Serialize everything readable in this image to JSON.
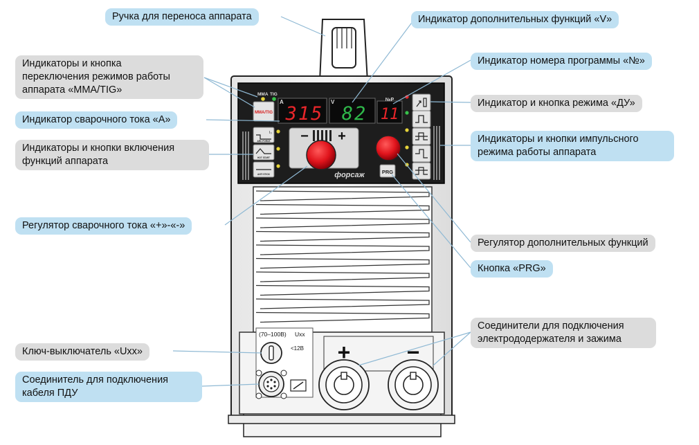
{
  "labels": {
    "handle": "Ручка для переноса аппарата",
    "v_indicator": "Индикатор дополнительных функций «V»",
    "mode_switch": [
      "Индикаторы и кнопка",
      "переключения режимов работы",
      "аппарата «MMA/TIG»"
    ],
    "program_number": "Индикатор номера программы «№»",
    "current_indicator": "Индикатор сварочного тока «А»",
    "remote_mode": "Индикатор и кнопка режима «ДУ»",
    "functions": [
      "Индикаторы и кнопки включения",
      "функций аппарата"
    ],
    "pulse_mode": [
      "Индикаторы и кнопки импульсного",
      "режима работы аппарата"
    ],
    "current_regulator": "Регулятор сварочного тока «+»-«-»",
    "extra_regulator": "Регулятор дополнительных функций",
    "prg_button": "Кнопка «PRG»",
    "connectors": [
      "Соединители для подключения",
      "электрододержателя и зажима"
    ],
    "power_switch": "Ключ-выключатель «Uxx»",
    "remote_connector": [
      "Соединитель для подключения",
      "кабеля ПДУ"
    ]
  },
  "device": {
    "mode_mma": "MMA",
    "mode_tig": "TIG",
    "mode_button": "MMA/TIG",
    "amp_symbol": "A",
    "amp_value": "315",
    "volt_symbol": "V",
    "volt_value": "82",
    "program_symbol": "№P",
    "program_value": "11",
    "minus": "−",
    "plus": "+",
    "brand": "форсаж",
    "prg": "PRG",
    "arc_force": "ARC FORCE",
    "hot_start": "HOT START",
    "anti_stick": "ANTI STICK",
    "iu_label": "I₀",
    "uxx_range": "(70–100В)",
    "uxx": "Uxx",
    "low_voltage": "<12В",
    "output_plus": "+",
    "output_minus": "−"
  },
  "colors": {
    "blue_callout": "#bfe0f2",
    "gray_callout": "#dcdcdc",
    "digits_red": "#e8262a",
    "digits_green": "#2fb84a",
    "knob_red": "#e0141c"
  }
}
